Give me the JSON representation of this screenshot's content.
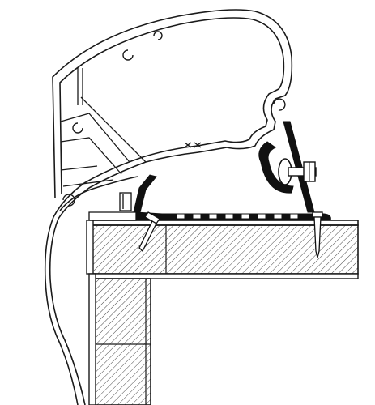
{
  "diagram": {
    "colors": {
      "background": "#ffffff",
      "line": "#1a1a1a",
      "hatch": "#333333",
      "fill_dark": "#111111",
      "fill_light": "#ffffff"
    },
    "parts": {
      "awning_housing": "awning-cassette-profile",
      "mounting_rail": "adapter-rail",
      "roof_panel": "roof-sandwich-panel",
      "wall_panel": "side-wall-panel",
      "screws": "wood-screw",
      "bolt": "hex-bolt-with-washer"
    }
  }
}
